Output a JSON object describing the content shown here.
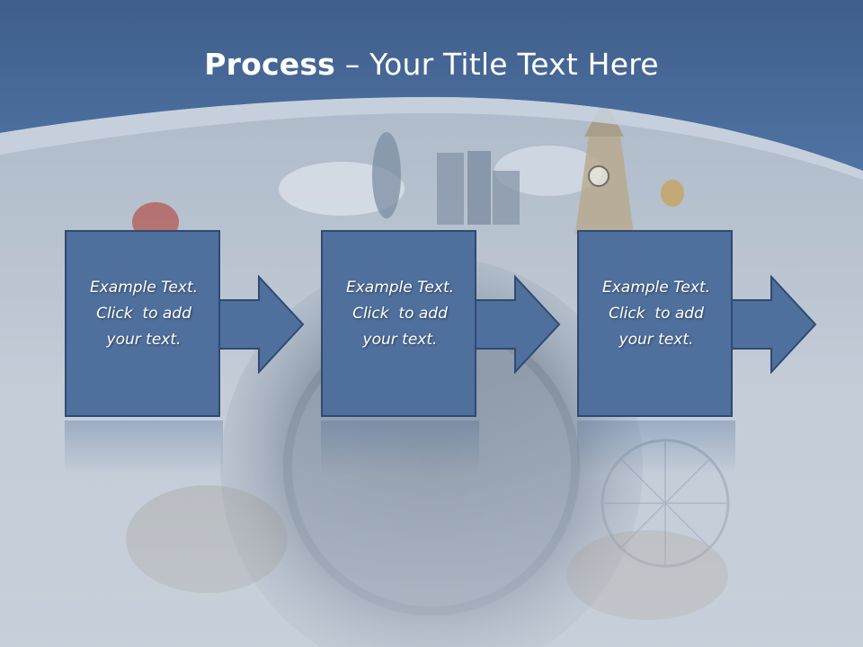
{
  "slide": {
    "title_bold": "Process",
    "title_rest": " – Your Title Text Here",
    "colors": {
      "header": "#496a98",
      "box_fill": "#4f6f9c",
      "box_border": "#2f4a73",
      "text": "#ffffff"
    }
  },
  "steps": [
    {
      "line1": "Example Text.",
      "line2": "Click  to add",
      "line3": "your text."
    },
    {
      "line1": "Example Text.",
      "line2": "Click  to add",
      "line3": "your text."
    },
    {
      "line1": "Example Text.",
      "line2": "Click  to add",
      "line3": "your text."
    }
  ],
  "background": {
    "picture": "city-globe-photo",
    "icons": [
      "hot-air-balloon-icon",
      "clock-tower-icon",
      "skyscraper-icon",
      "ferris-wheel-icon"
    ]
  }
}
